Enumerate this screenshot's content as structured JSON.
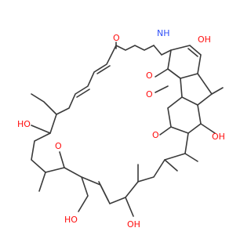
{
  "molecule": {
    "colors": {
      "bond": "#3a3a3a",
      "oxygen": "#ff0d0d",
      "nitrogen": "#3050f8"
    },
    "atom_labels": [
      {
        "id": "o-ketone-top",
        "text": "O",
        "element": "oxygen"
      },
      {
        "id": "nh-amide",
        "text": "NH",
        "element": "nitrogen"
      },
      {
        "id": "oh-top-right",
        "text": "OH",
        "element": "oxygen"
      },
      {
        "id": "o-quinone-1",
        "text": "O",
        "element": "oxygen"
      },
      {
        "id": "o-quinone-2",
        "text": "O",
        "element": "oxygen"
      },
      {
        "id": "oh-left",
        "text": "HO",
        "element": "oxygen"
      },
      {
        "id": "o-ketone-mid",
        "text": "O",
        "element": "oxygen"
      },
      {
        "id": "o-ketone-right",
        "text": "O",
        "element": "oxygen"
      },
      {
        "id": "oh-aromatic",
        "text": "OH",
        "element": "oxygen"
      },
      {
        "id": "oh-bottom-left",
        "text": "HO",
        "element": "oxygen"
      },
      {
        "id": "oh-bottom-mid",
        "text": "OH",
        "element": "oxygen"
      }
    ]
  }
}
